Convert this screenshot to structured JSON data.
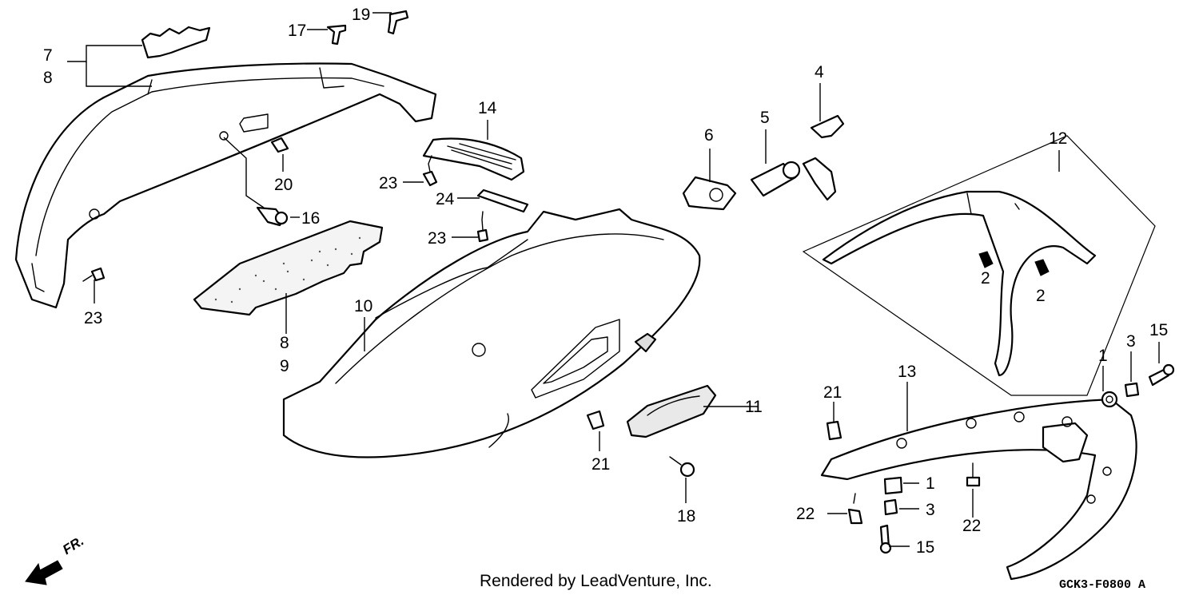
{
  "footer": {
    "credit": "Rendered by LeadVenture, Inc.",
    "diagram_code": "GCK3-F0800 A",
    "direction_label": "FR."
  },
  "colors": {
    "line": "#000000",
    "background": "#ffffff"
  },
  "callouts": {
    "c1a": "1",
    "c1b": "1",
    "c2a": "2",
    "c2b": "2",
    "c3a": "3",
    "c3b": "3",
    "c4": "4",
    "c5": "5",
    "c6": "6",
    "c7": "7",
    "c8a": "8",
    "c8b": "8",
    "c9": "9",
    "c10": "10",
    "c11": "11",
    "c12": "12",
    "c13": "13",
    "c14": "14",
    "c15a": "15",
    "c15b": "15",
    "c16": "16",
    "c17": "17",
    "c18": "18",
    "c19": "19",
    "c20": "20",
    "c21a": "21",
    "c21b": "21",
    "c22a": "22",
    "c22b": "22",
    "c23a": "23",
    "c23b": "23",
    "c23c": "23",
    "c24": "24"
  }
}
